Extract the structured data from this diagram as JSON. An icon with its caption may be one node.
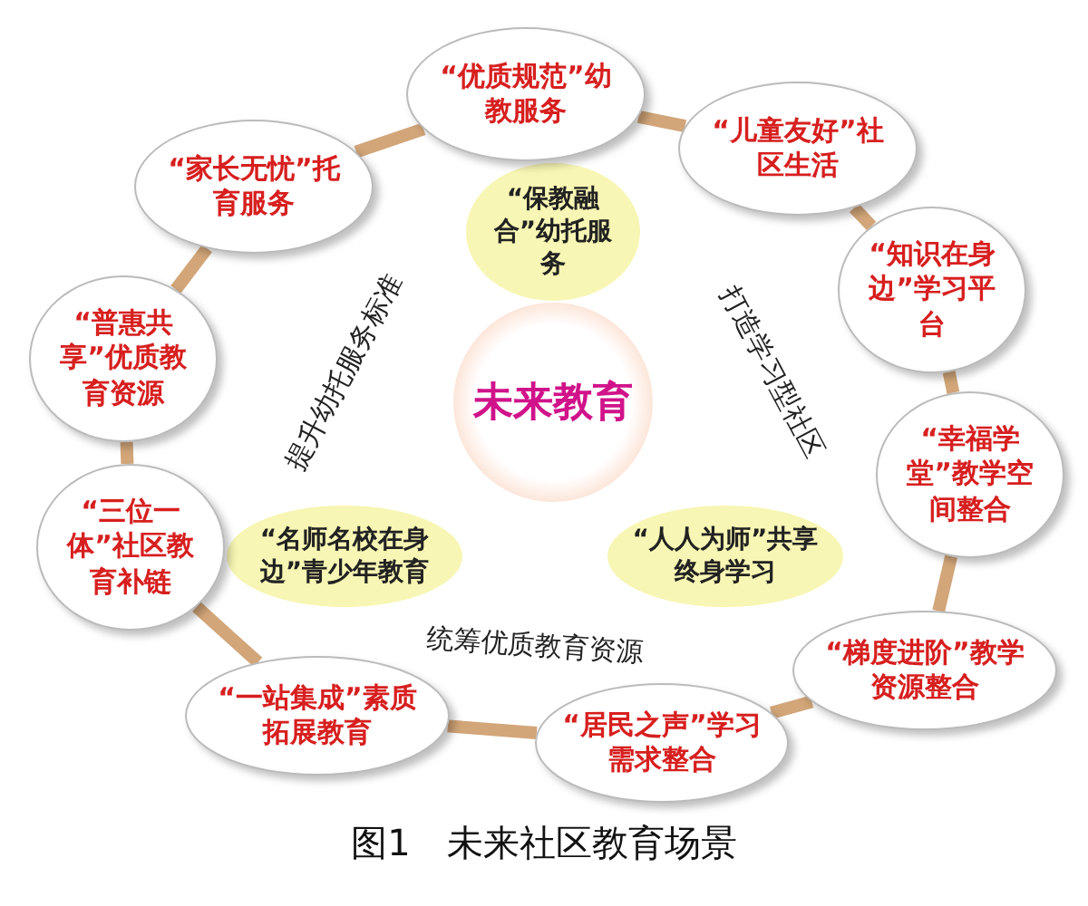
{
  "diagram": {
    "caption": "图1　未来社区教育场景",
    "nodes": [
      {
        "text": [
          "未来教育"
        ]
      },
      {
        "text": [
          "“保教融合”幼托服务"
        ]
      },
      {
        "text": [
          "“名师名校在身边”青少年教育"
        ]
      },
      {
        "text": [
          "“人人为师”共享终身学习"
        ]
      },
      {
        "text": [
          "“优质规范”幼教服务"
        ]
      },
      {
        "text": [
          "“儿童友好”社区生活"
        ]
      },
      {
        "text": [
          "“知识在身边”学习平台"
        ]
      },
      {
        "text": [
          "“幸福学堂”教学空间整合"
        ]
      },
      {
        "text": [
          "“梯度进阶”教学资源整合"
        ]
      },
      {
        "text": [
          "“居民之声”学习需求整合"
        ]
      },
      {
        "text": [
          "“一站集成”素质拓展教育"
        ]
      },
      {
        "text": [
          "“三位一体”社区教育补链"
        ]
      },
      {
        "text": [
          "“普惠共享”优质教育资源"
        ]
      },
      {
        "text": [
          "“家长无忧”托育服务"
        ]
      }
    ],
    "edges": [
      {
        "from": 4,
        "to": 5,
        "arrow": "none"
      },
      {
        "from": 5,
        "to": 6,
        "arrow": "none"
      },
      {
        "from": 6,
        "to": 7,
        "arrow": "none"
      },
      {
        "from": 7,
        "to": 8,
        "arrow": "none"
      },
      {
        "from": 8,
        "to": 9,
        "arrow": "none"
      },
      {
        "from": 9,
        "to": 10,
        "arrow": "none"
      },
      {
        "from": 10,
        "to": 11,
        "arrow": "none"
      },
      {
        "from": 11,
        "to": 12,
        "arrow": "none"
      },
      {
        "from": 12,
        "to": 13,
        "arrow": "none"
      },
      {
        "from": 13,
        "to": 4,
        "arrow": "none"
      }
    ],
    "labels": [
      "提升幼托服务标准",
      "打造学习型社区",
      "统筹优质教育资源"
    ]
  }
}
